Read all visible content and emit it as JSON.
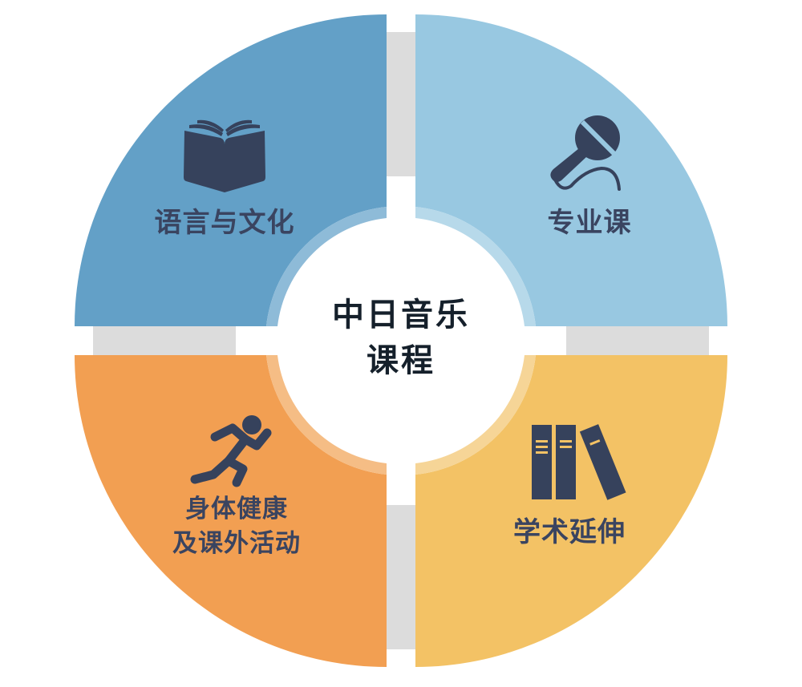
{
  "diagram": {
    "center": {
      "line1": "中日音乐",
      "line2": "课程"
    },
    "quadrants": [
      {
        "position": "top-left",
        "label": "语言与文化",
        "icon": "open-book-icon",
        "color": "#63a0c7",
        "ring_color": "#8ebbd8"
      },
      {
        "position": "top-right",
        "label": "专业课",
        "icon": "microphone-icon",
        "color": "#98c8e1",
        "ring_color": "#b7d9ea"
      },
      {
        "position": "bottom-left",
        "label_line1": "身体健康",
        "label_line2": "及课外活动",
        "icon": "running-person-icon",
        "color": "#f29f52",
        "ring_color": "#f5bd85"
      },
      {
        "position": "bottom-right",
        "label": "学术延伸",
        "icon": "books-icon",
        "color": "#f3c265",
        "ring_color": "#f6d597"
      }
    ],
    "connector_color": "#dcdcdc",
    "icon_color": "#36425c",
    "text_color": "#3a4460",
    "center_text_color": "#15202b"
  }
}
